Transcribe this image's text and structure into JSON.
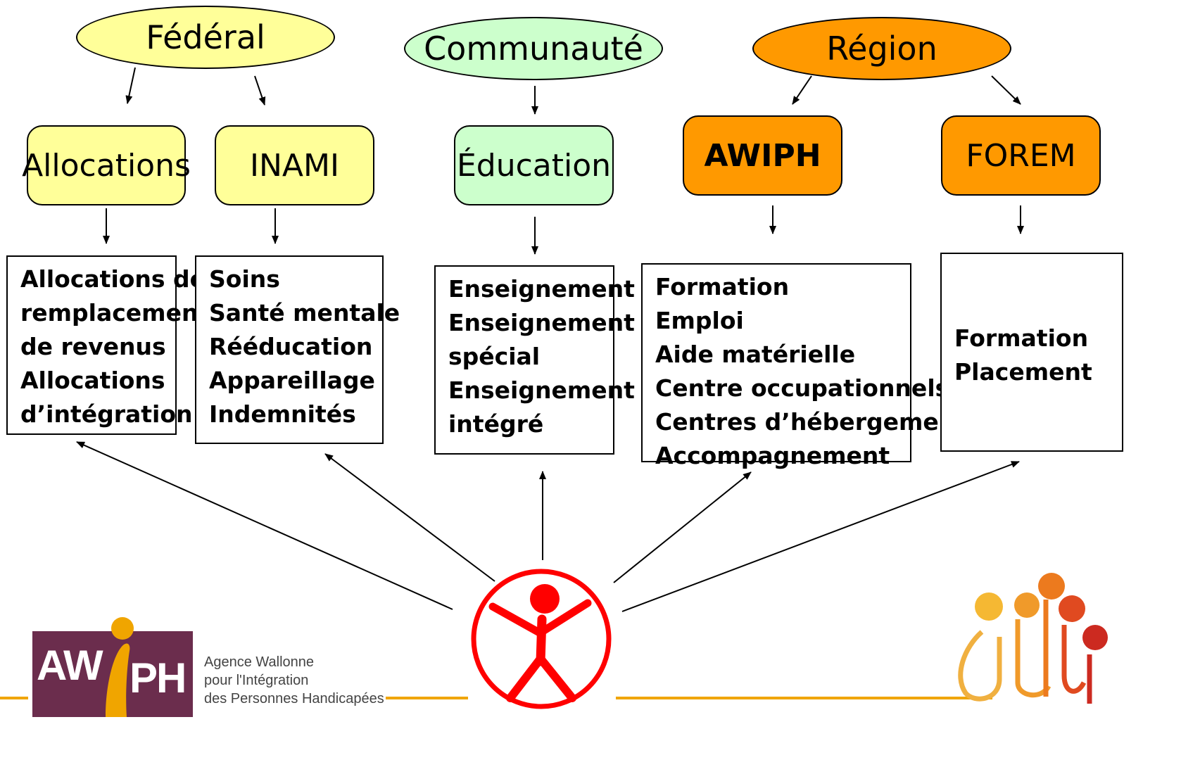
{
  "levels": {
    "federal": "Fédéral",
    "communaute": "Communauté",
    "region": "Région"
  },
  "organizations": {
    "allocations": "Allocations",
    "inami": "INAMI",
    "education": "Éducation",
    "awiph": "AWIPH",
    "forem": "FOREM"
  },
  "services": {
    "allocations": [
      "Allocations de",
      "remplacement",
      "de revenus",
      "Allocations",
      "d’intégration"
    ],
    "inami": [
      "Soins",
      "Santé mentale",
      "Rééducation",
      "Appareillage",
      "Indemnités"
    ],
    "education": [
      "Enseignement",
      "Enseignement",
      "spécial",
      "Enseignement",
      "intégré"
    ],
    "awiph": [
      "Formation",
      "Emploi",
      "Aide matérielle",
      "Centre occupationnels",
      "Centres d’hébergement",
      "Accompagnement"
    ],
    "forem": [
      "Formation",
      "Placement"
    ]
  },
  "logo": {
    "mark_left": "AW",
    "mark_right": "PH",
    "caption": [
      "Agence Wallonne",
      "pour l'Intégration",
      "des Personnes Handicapées"
    ]
  },
  "colors": {
    "federal": "#ffff99",
    "communaute": "#ccffcc",
    "region": "#ff9900",
    "person_symbol": "#ff0000",
    "logo_bg": "#6b2d4d",
    "logo_accent": "#f0a500"
  }
}
